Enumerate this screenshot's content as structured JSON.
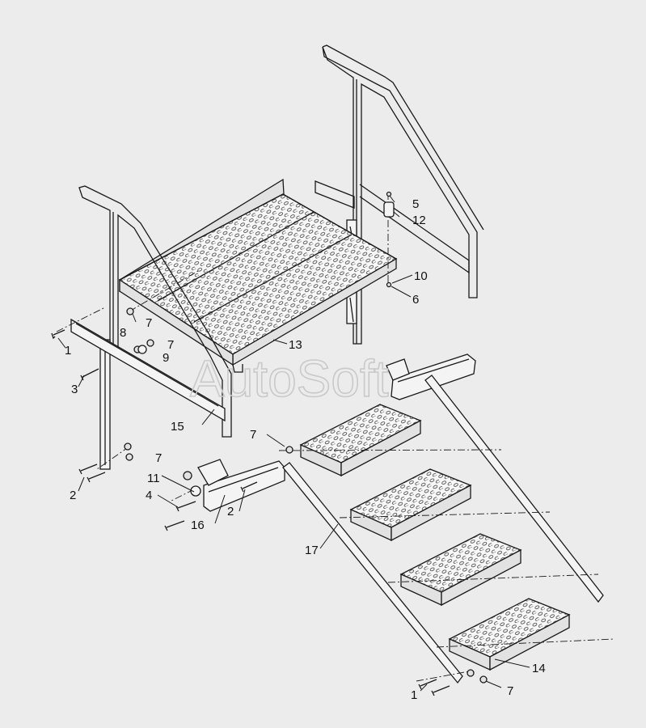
{
  "watermark": "AutoSoft",
  "callouts": [
    {
      "id": "c1a",
      "text": "1"
    },
    {
      "id": "c1b",
      "text": "1"
    },
    {
      "id": "c2a",
      "text": "2"
    },
    {
      "id": "c2b",
      "text": "2"
    },
    {
      "id": "c3",
      "text": "3"
    },
    {
      "id": "c4",
      "text": "4"
    },
    {
      "id": "c5",
      "text": "5"
    },
    {
      "id": "c6",
      "text": "6"
    },
    {
      "id": "c7a",
      "text": "7"
    },
    {
      "id": "c7b",
      "text": "7"
    },
    {
      "id": "c7c",
      "text": "7"
    },
    {
      "id": "c7d",
      "text": "7"
    },
    {
      "id": "c7e",
      "text": "7"
    },
    {
      "id": "c8",
      "text": "8"
    },
    {
      "id": "c9",
      "text": "9"
    },
    {
      "id": "c10",
      "text": "10"
    },
    {
      "id": "c11",
      "text": "11"
    },
    {
      "id": "c12",
      "text": "12"
    },
    {
      "id": "c13",
      "text": "13"
    },
    {
      "id": "c14",
      "text": "14"
    },
    {
      "id": "c15",
      "text": "15"
    },
    {
      "id": "c16",
      "text": "16"
    },
    {
      "id": "c17",
      "text": "17"
    }
  ]
}
